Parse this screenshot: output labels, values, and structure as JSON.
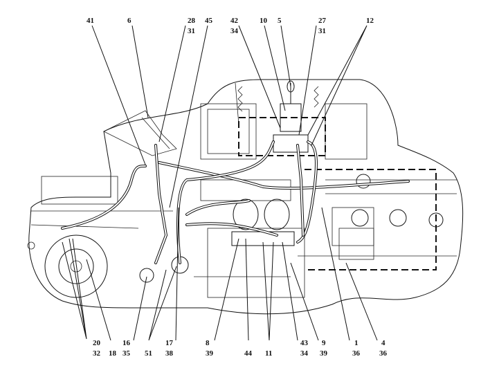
{
  "diagram": {
    "top_callouts": [
      "41",
      "6",
      "28",
      "31",
      "45",
      "42",
      "34",
      "10",
      "5",
      "27",
      "31",
      "12"
    ],
    "bottom_callouts": [
      "20",
      "32",
      "18",
      "16",
      "35",
      "51",
      "17",
      "38",
      "8",
      "39",
      "44",
      "11",
      "43",
      "34",
      "9",
      "39",
      "1",
      "36",
      "4",
      "36"
    ]
  }
}
